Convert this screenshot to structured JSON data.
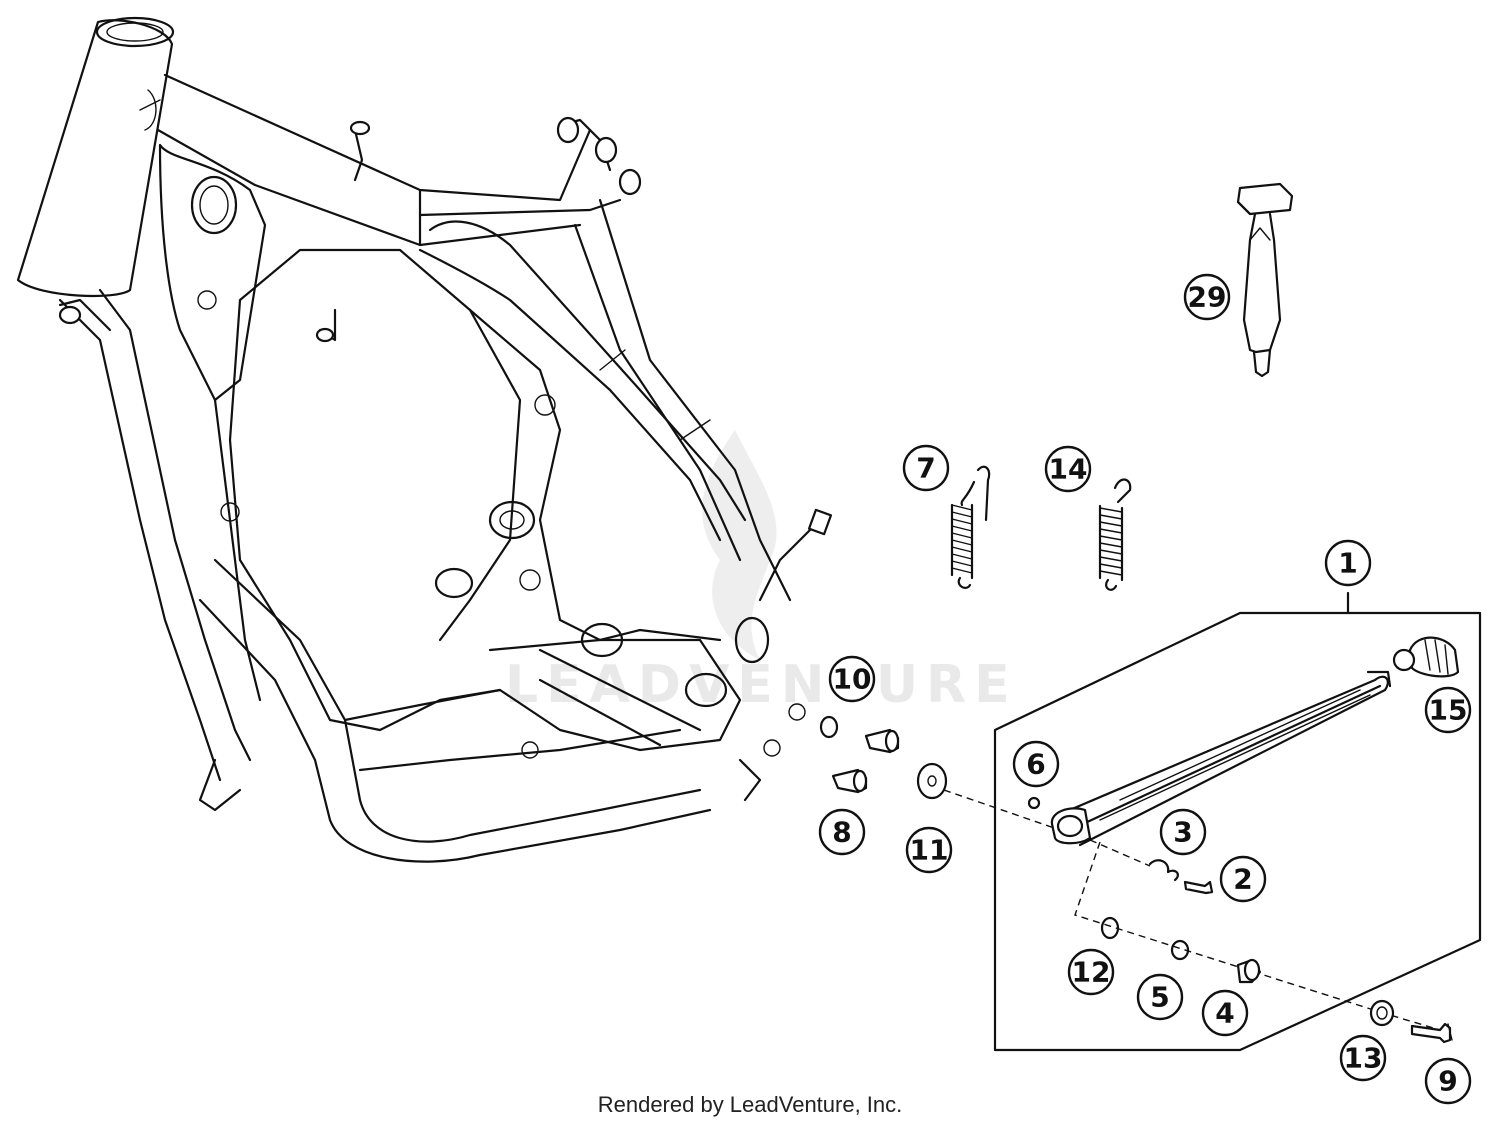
{
  "watermark": "LEADVENTURE",
  "credit": "Rendered by LeadVenture, Inc.",
  "callouts": [
    {
      "id": "p1",
      "label": "1"
    },
    {
      "id": "p2",
      "label": "2"
    },
    {
      "id": "p3",
      "label": "3"
    },
    {
      "id": "p4",
      "label": "4"
    },
    {
      "id": "p5",
      "label": "5"
    },
    {
      "id": "p6",
      "label": "6"
    },
    {
      "id": "p7",
      "label": "7"
    },
    {
      "id": "p8",
      "label": "8"
    },
    {
      "id": "p9",
      "label": "9"
    },
    {
      "id": "p10",
      "label": "10"
    },
    {
      "id": "p11",
      "label": "11"
    },
    {
      "id": "p12",
      "label": "12"
    },
    {
      "id": "p13",
      "label": "13"
    },
    {
      "id": "p14",
      "label": "14"
    },
    {
      "id": "p15",
      "label": "15"
    },
    {
      "id": "p29",
      "label": "29"
    }
  ]
}
